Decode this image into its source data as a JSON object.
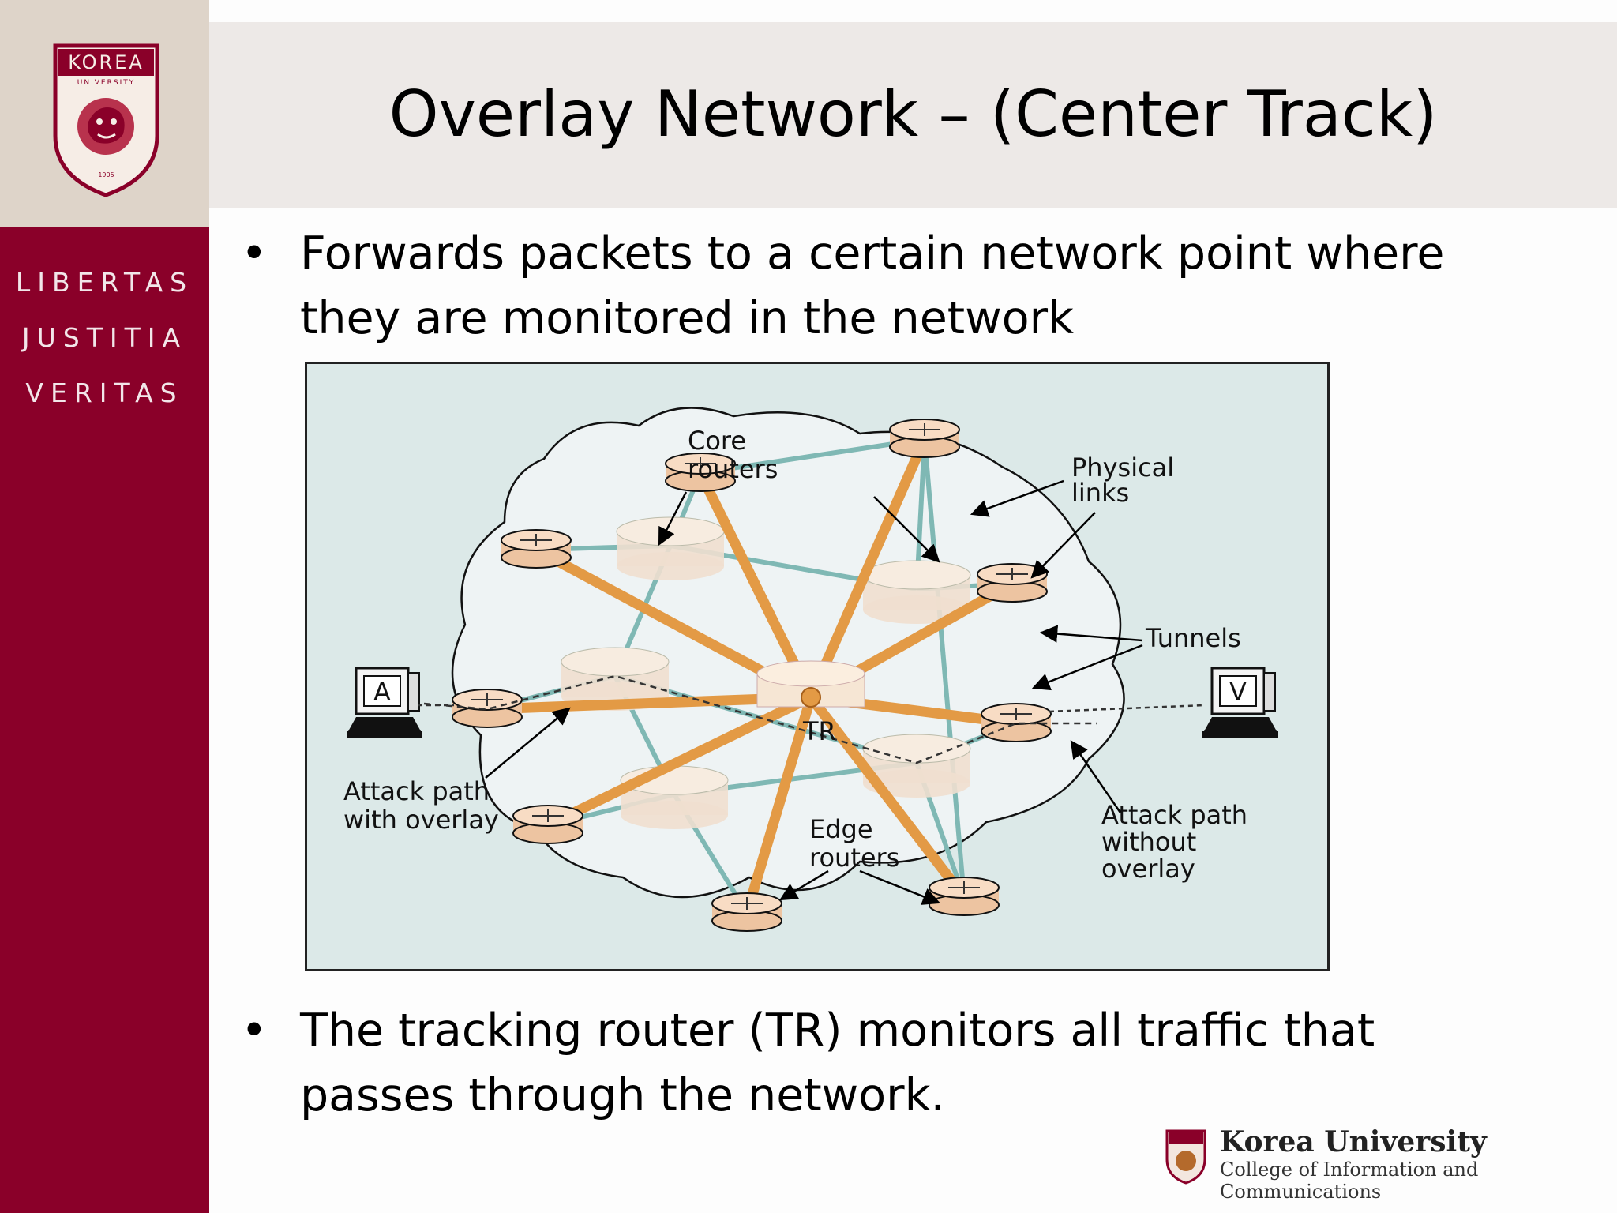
{
  "slide": {
    "title": "Overlay Network – (Center Track)",
    "bullet_symbol": "•",
    "bullets": [
      "Forwards packets to a certain network point where they are monitored in the network",
      "The tracking router (TR) monitors all traffic that passes through the network."
    ]
  },
  "branding": {
    "seal_text": "KOREA",
    "seal_subtext": "UNIVERSITY",
    "seal_year": "1905",
    "motto": [
      "LIBERTAS",
      "JUSTITIA",
      "VERITAS"
    ],
    "footer_name": "Korea University",
    "footer_college": "College of Information and Communications",
    "colors": {
      "crimson": "#8a0029",
      "beige": "#ded4c9",
      "title_band": "#ede9e7"
    }
  },
  "diagram": {
    "labels": {
      "core_routers": [
        "Core",
        "routers"
      ],
      "physical_links": [
        "Physical",
        "links"
      ],
      "tunnels": "Tunnels",
      "tracking_router": "TR",
      "attacker": "A",
      "victim": "V",
      "attack_with_overlay": [
        "Attack path",
        "with overlay"
      ],
      "attack_without_overlay": [
        "Attack path",
        "without",
        "overlay"
      ],
      "edge_routers": [
        "Edge",
        "routers"
      ]
    },
    "colors": {
      "background": "#dce9e8",
      "cloud": "#eef3f4",
      "tunnel": "#e39a45",
      "router": "#efcfb4",
      "link": "#7fb8b4"
    }
  }
}
